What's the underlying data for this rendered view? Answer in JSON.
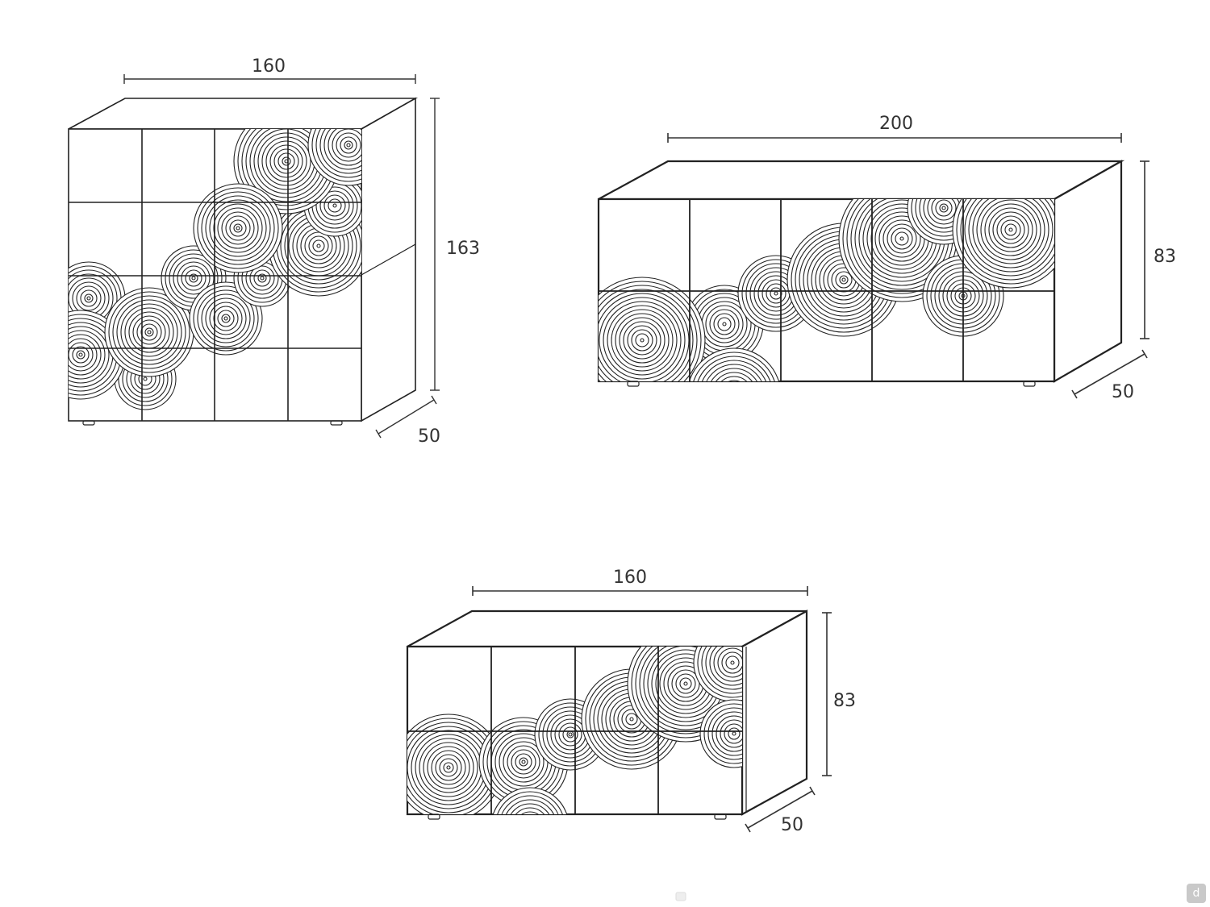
{
  "colors": {
    "line": "#222222",
    "dim_line": "#333333",
    "text": "#333333",
    "badge": "#c9c9c9"
  },
  "units": [
    {
      "id": "tall-cabinet",
      "width": "160",
      "height": "163",
      "depth": "50",
      "columns": 4,
      "rows": 4
    },
    {
      "id": "wide-sideboard",
      "width": "200",
      "height": "83",
      "depth": "50",
      "columns": 5,
      "rows": 2
    },
    {
      "id": "medium-sideboard",
      "width": "160",
      "height": "83",
      "depth": "50",
      "columns": 4,
      "rows": 2
    }
  ],
  "badge_label": "d"
}
